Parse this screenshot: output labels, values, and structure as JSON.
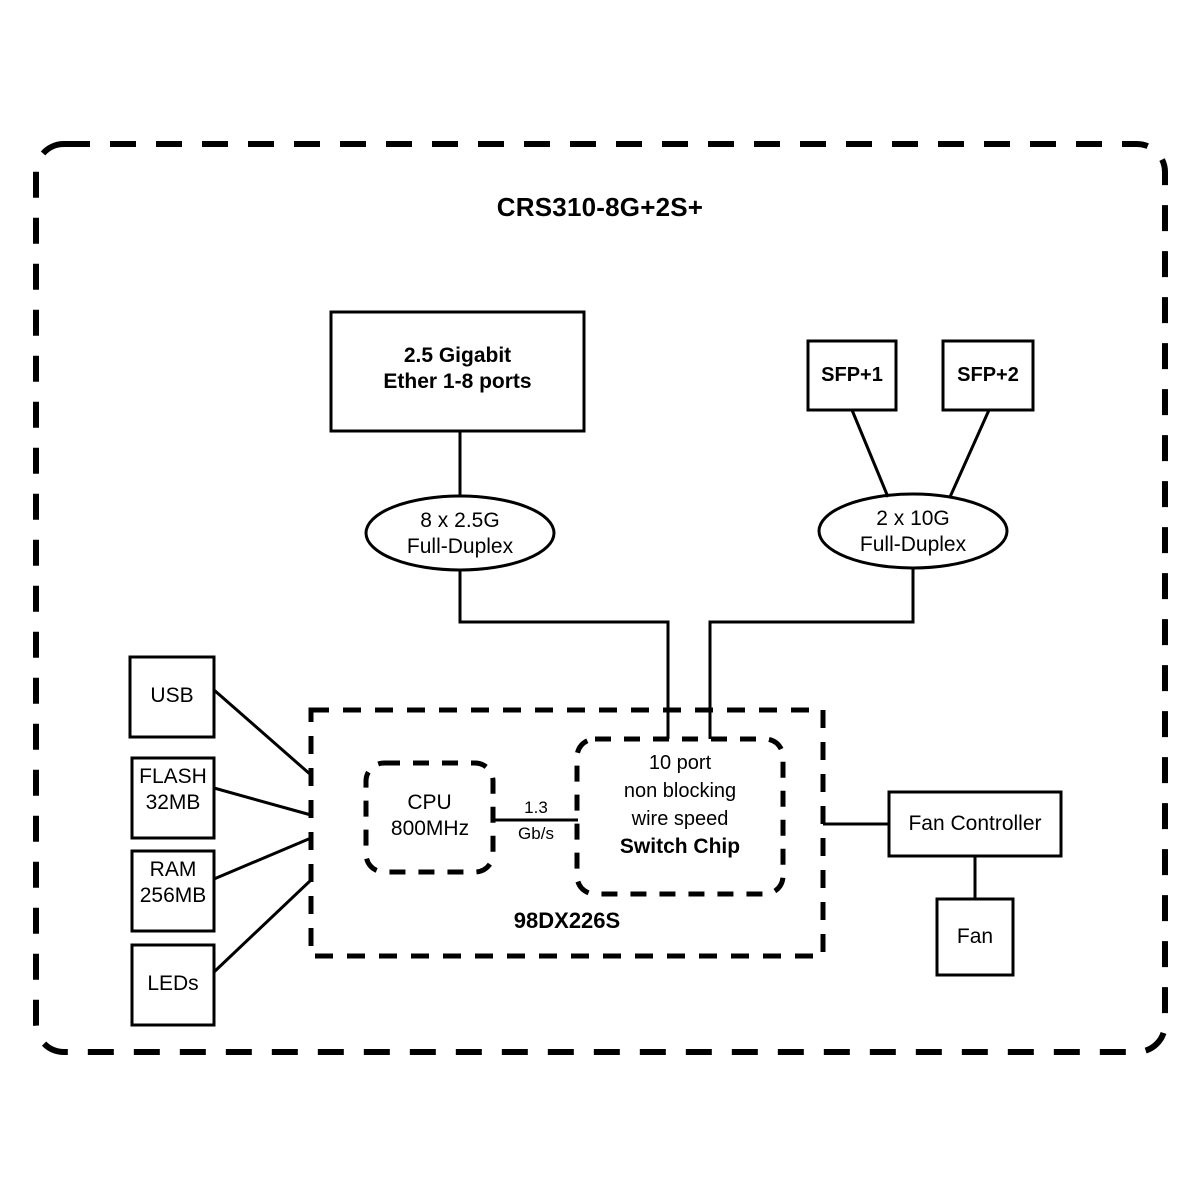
{
  "diagram": {
    "title": "CRS310-8G+2S+",
    "identity_label": "98DX226S",
    "stroke_color": "#000000",
    "background_color": "#ffffff",
    "ports_box": {
      "line1": "2.5 Gigabit",
      "line2": "Ether 1-8 ports"
    },
    "sfp": [
      {
        "label": "SFP+1"
      },
      {
        "label": "SFP+2"
      }
    ],
    "ellipses": [
      {
        "line1": "8 x 2.5G",
        "line2": "Full-Duplex"
      },
      {
        "line1": "2 x 10G",
        "line2": "Full-Duplex"
      }
    ],
    "peripherals": [
      {
        "line1": "USB",
        "line2": ""
      },
      {
        "line1": "FLASH",
        "line2": "32MB"
      },
      {
        "line1": "RAM",
        "line2": "256MB"
      },
      {
        "line1": "LEDs",
        "line2": ""
      }
    ],
    "cpu": {
      "line1": "CPU",
      "line2": "800MHz"
    },
    "interconnect": {
      "speed": "1.3",
      "unit": "Gb/s"
    },
    "switch_chip": {
      "line1": "10 port",
      "line2": "non blocking",
      "line3": "wire speed",
      "line4": "Switch Chip"
    },
    "fan_controller": {
      "label": "Fan Controller"
    },
    "fan": {
      "label": "Fan"
    }
  }
}
